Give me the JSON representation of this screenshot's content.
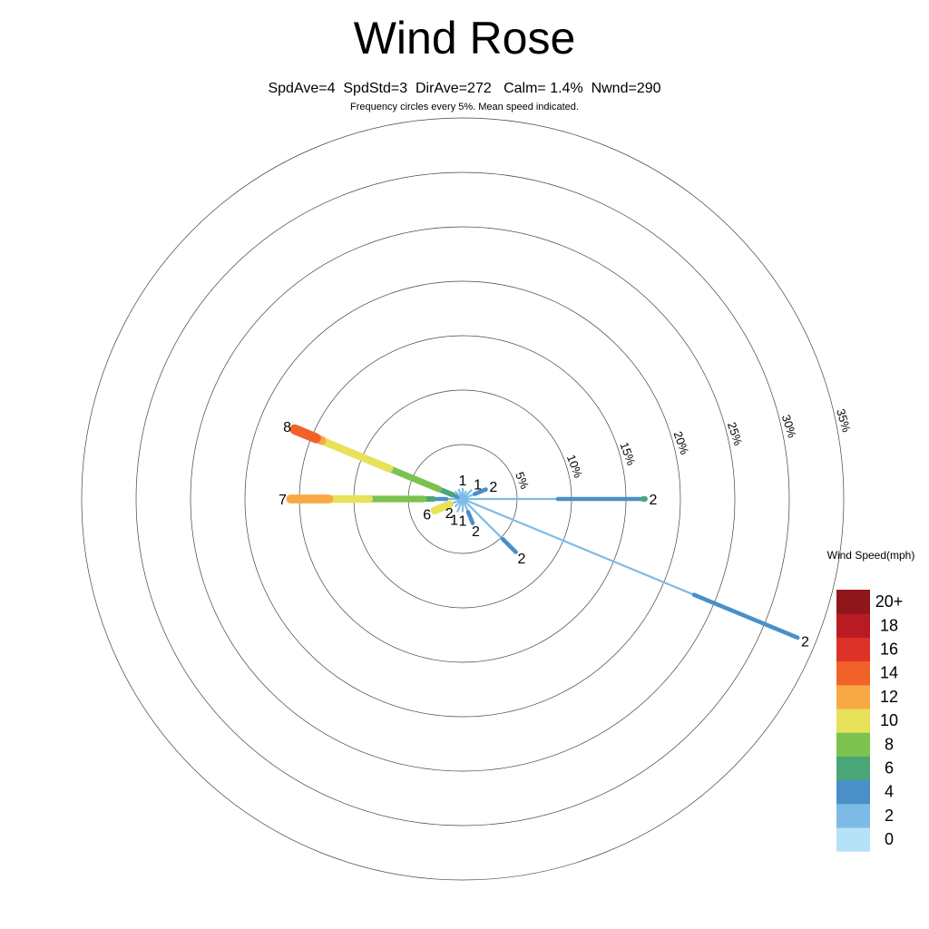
{
  "chart_data": {
    "type": "wind-rose",
    "title": "Wind Rose",
    "subtitle": "SpdAve=4  SpdStd=3  DirAve=272   Calm= 1.4%  Nwnd=290",
    "note": "Frequency circles every 5%. Mean speed indicated.",
    "ring_labels": [
      "5%",
      "10%",
      "15%",
      "20%",
      "25%",
      "30%",
      "35%"
    ],
    "ring_values": [
      5,
      10,
      15,
      20,
      25,
      30,
      35
    ],
    "legend": {
      "title": "Wind Speed(mph)",
      "bins": [
        {
          "label": "0",
          "color": "#b5e2f7"
        },
        {
          "label": "2",
          "color": "#7dbbe6"
        },
        {
          "label": "4",
          "color": "#4a8fc7"
        },
        {
          "label": "6",
          "color": "#4aa676"
        },
        {
          "label": "8",
          "color": "#7cc24e"
        },
        {
          "label": "10",
          "color": "#e8e15a"
        },
        {
          "label": "12",
          "color": "#f8a845"
        },
        {
          "label": "14",
          "color": "#f1622a"
        },
        {
          "label": "16",
          "color": "#dd3228"
        },
        {
          "label": "18",
          "color": "#b91b24"
        },
        {
          "label": "20+",
          "color": "#8f161a"
        }
      ]
    },
    "spokes": [
      {
        "dir": 0,
        "bins": [
          0,
          1.0
        ],
        "mean": "1"
      },
      {
        "dir": 22.5,
        "bins": [
          0,
          0.8
        ],
        "mean": ""
      },
      {
        "dir": 45,
        "bins": [
          0,
          1.2
        ],
        "mean": "1"
      },
      {
        "dir": 67.5,
        "bins": [
          0,
          1.2,
          1.1
        ],
        "mean": "2"
      },
      {
        "dir": 90,
        "bins": [
          0,
          8.75,
          7.8,
          0.2
        ],
        "mean": "2"
      },
      {
        "dir": 112.5,
        "bins": [
          0,
          23.0,
          10.3
        ],
        "mean": "2"
      },
      {
        "dir": 135,
        "bins": [
          0,
          5.2,
          1.7
        ],
        "mean": "2"
      },
      {
        "dir": 157.5,
        "bins": [
          0,
          1.3,
          1.1
        ],
        "mean": "2"
      },
      {
        "dir": 180,
        "bins": [
          0,
          1.2
        ],
        "mean": "1"
      },
      {
        "dir": 202.5,
        "bins": [
          0,
          1.3
        ],
        "mean": "1"
      },
      {
        "dir": 225,
        "bins": [
          0,
          1.0
        ],
        "mean": "2"
      },
      {
        "dir": 247.5,
        "bins": [
          0,
          1.3,
          0,
          0,
          0,
          1.5
        ],
        "mean": "6"
      },
      {
        "dir": 270,
        "bins": [
          0,
          1.5,
          1.2,
          0.9,
          5.0,
          3.7,
          3.5
        ],
        "mean": "7"
      },
      {
        "dir": 292.5,
        "bins": [
          0,
          0.5,
          0.5,
          1.4,
          4.9,
          6.7,
          0.6,
          2.1
        ],
        "mean": "8"
      },
      {
        "dir": 315,
        "bins": [
          0,
          1.0
        ],
        "mean": ""
      },
      {
        "dir": 337.5,
        "bins": [
          0,
          1.0
        ],
        "mean": ""
      }
    ]
  }
}
